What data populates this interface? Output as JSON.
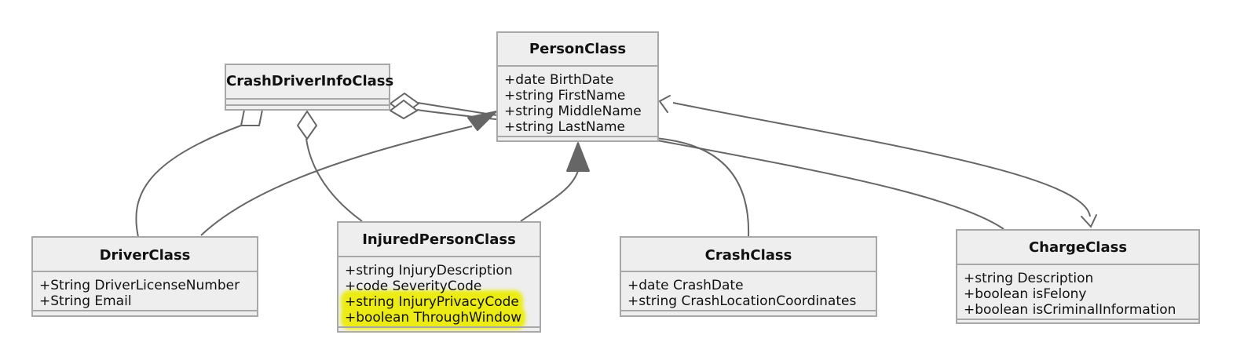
{
  "colors": {
    "box_fill": "#eeeeee",
    "box_border": "#a8a8a8",
    "edge": "#666666",
    "highlight": "#ecec14"
  },
  "classes": {
    "person": {
      "name": "PersonClass",
      "attributes": [
        "+date BirthDate",
        "+string FirstName",
        "+string MiddleName",
        "+string LastName"
      ],
      "highlighted": []
    },
    "crash_driver_info": {
      "name": "CrashDriverInfoClass",
      "attributes": [],
      "highlighted": []
    },
    "driver": {
      "name": "DriverClass",
      "attributes": [
        "+String DriverLicenseNumber",
        "+String Email"
      ],
      "highlighted": []
    },
    "injured_person": {
      "name": "InjuredPersonClass",
      "attributes": [
        "+string InjuryDescription",
        "+code SeverityCode",
        "+string InjuryPrivacyCode",
        "+boolean ThroughWindow"
      ],
      "highlighted": [
        "+string InjuryPrivacyCode",
        "+boolean ThroughWindow"
      ]
    },
    "crash": {
      "name": "CrashClass",
      "attributes": [
        "+date CrashDate",
        "+string CrashLocationCoordinates"
      ],
      "highlighted": []
    },
    "charge": {
      "name": "ChargeClass",
      "attributes": [
        "+string Description",
        "+boolean isFelony",
        "+boolean isCriminalInformation"
      ],
      "highlighted": []
    }
  },
  "relations": [
    {
      "from": "DriverClass",
      "to": "CrashDriverInfoClass",
      "type": "aggregation"
    },
    {
      "from": "InjuredPersonClass",
      "to": "CrashDriverInfoClass",
      "type": "aggregation"
    },
    {
      "from": "CrashClass",
      "to": "CrashDriverInfoClass",
      "type": "aggregation"
    },
    {
      "from": "ChargeClass",
      "to": "CrashDriverInfoClass",
      "type": "aggregation"
    },
    {
      "from": "DriverClass",
      "to": "PersonClass",
      "type": "inheritance"
    },
    {
      "from": "InjuredPersonClass",
      "to": "PersonClass",
      "type": "inheritance"
    },
    {
      "from": "PersonClass",
      "to": "ChargeClass",
      "type": "bidirectional-association"
    }
  ]
}
